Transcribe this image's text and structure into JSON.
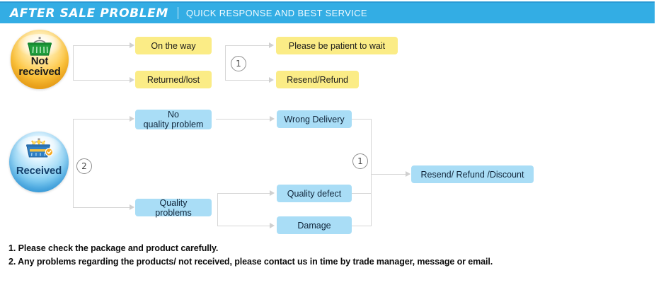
{
  "banner": {
    "title": "AFTER SALE PROBLEM",
    "subtitle": "QUICK RESPONSE AND BEST SERVICE",
    "bg_color": "#33ade4",
    "text_color": "#ffffff"
  },
  "colors": {
    "yellow_box": "#fbec86",
    "blue_box": "#a9ddf6",
    "connector": "#d6d6d6",
    "marker_border": "#8e8e8e"
  },
  "stages": {
    "not_received": {
      "label": "Not received",
      "icon": "shopping-basket-icon",
      "orb_color": "#fdc640"
    },
    "received": {
      "label": "Received",
      "icon": "filled-shopping-basket-icon",
      "orb_color": "#8fd3f4"
    }
  },
  "markers": {
    "top": "1",
    "received_branch": "2",
    "bottom": "1"
  },
  "flow": {
    "not_received_causes": [
      {
        "label": "On the way"
      },
      {
        "label": "Returned/lost"
      }
    ],
    "not_received_results": [
      {
        "label": "Please be patient to wait"
      },
      {
        "label": "Resend/Refund"
      }
    ],
    "received_causes": [
      {
        "label_line1": "No",
        "label_line2": "quality problem"
      },
      {
        "label_line1": "Quality problems",
        "label_line2": ""
      }
    ],
    "received_issues": [
      {
        "label": "Wrong Delivery"
      },
      {
        "label": "Quality defect"
      },
      {
        "label": "Damage"
      }
    ],
    "received_result": {
      "label": "Resend/ Refund /Discount"
    }
  },
  "notes": [
    "1. Please check the package and product carefully.",
    "2. Any problems regarding the products/ not received, please contact us in time by trade manager, message or email."
  ]
}
